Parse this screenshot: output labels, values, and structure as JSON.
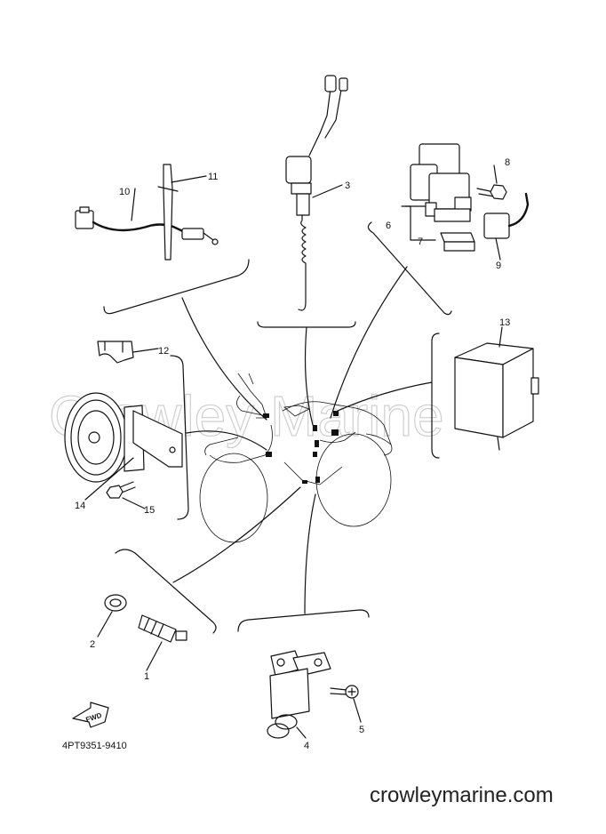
{
  "watermark": "Crowley Marine",
  "site": "crowleymarine.com",
  "part_code": "4PT9351-9410",
  "fwd_label": "FWD",
  "callouts": {
    "c1": "1",
    "c2": "2",
    "c3": "3",
    "c4": "4",
    "c5": "5",
    "c6": "6",
    "c7": "7",
    "c8": "8",
    "c9": "9",
    "c10": "10",
    "c11": "11",
    "c12": "12",
    "c13": "13",
    "c14": "14",
    "c15": "15"
  }
}
